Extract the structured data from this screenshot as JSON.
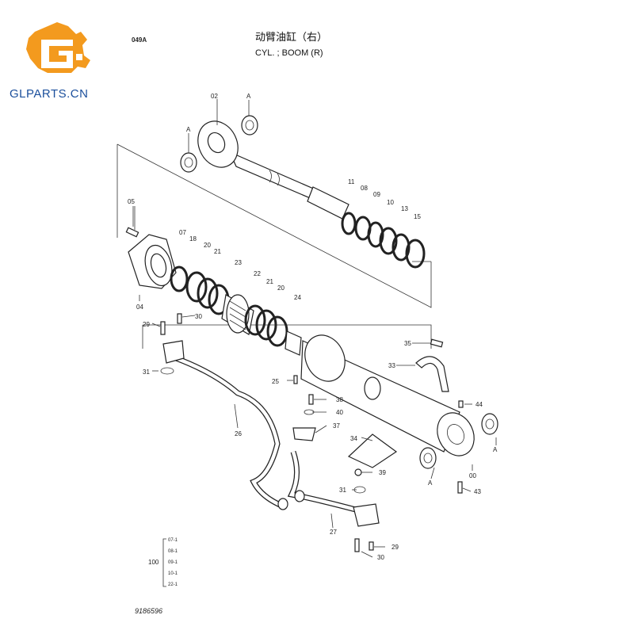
{
  "brand": {
    "name": "GLPARTS.CN",
    "logo_color": "#f39a1e",
    "text_color": "#1b4f9c"
  },
  "drawing": {
    "code": "049A",
    "title_cn": "动臂油缸（右）",
    "title_en": "CYL. ; BOOM (R)",
    "doc_number": "9186596"
  },
  "callouts": {
    "c00": "00",
    "c02": "02",
    "c04": "04",
    "c05": "05",
    "c07": "07",
    "c08": "08",
    "c09": "09",
    "c10": "10",
    "c11": "11",
    "c13": "13",
    "c15": "15",
    "c18": "18",
    "c20a": "20",
    "c21a": "21",
    "c23": "23",
    "c22": "22",
    "c21b": "21",
    "c20b": "20",
    "c24": "24",
    "c25": "25",
    "c26": "26",
    "c27": "27",
    "c29a": "29",
    "c29b": "29",
    "c30a": "30",
    "c30b": "30",
    "c31a": "31",
    "c31b": "31",
    "c33": "33",
    "c34": "34",
    "c35": "35",
    "c37": "37",
    "c38": "38",
    "c39": "39",
    "c40": "40",
    "c43": "43",
    "c44": "44",
    "a1": "A",
    "a2": "A",
    "a3": "A",
    "a4": "A"
  },
  "kit": {
    "number": "100",
    "items": [
      "07-1",
      "08-1",
      "09-1",
      "10-1",
      "22-1"
    ]
  }
}
